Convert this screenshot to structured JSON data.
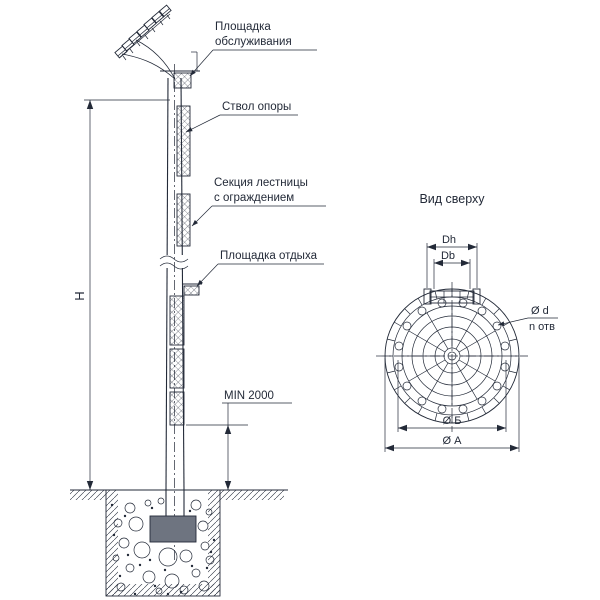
{
  "drawing": {
    "ink_color": "#232a38",
    "side_view": {
      "callouts": {
        "service_platform": [
          "Площадка",
          "обслуживания"
        ],
        "pole_trunk": [
          "Ствол опоры"
        ],
        "ladder_section": [
          "Секция лестницы",
          "с ограждением"
        ],
        "rest_platform": [
          "Площадка отдыха"
        ]
      },
      "dimensions": {
        "height": "H",
        "min_clearance": "MIN 2000"
      }
    },
    "top_view": {
      "title": "Вид сверху",
      "dimensions": {
        "dh": "Dh",
        "db": "Db",
        "hole_diameter": "Ø d",
        "hole_count_note": "n отв",
        "bolt_circle_diameter": "Ø Б",
        "outer_diameter": "Ø А"
      }
    }
  }
}
